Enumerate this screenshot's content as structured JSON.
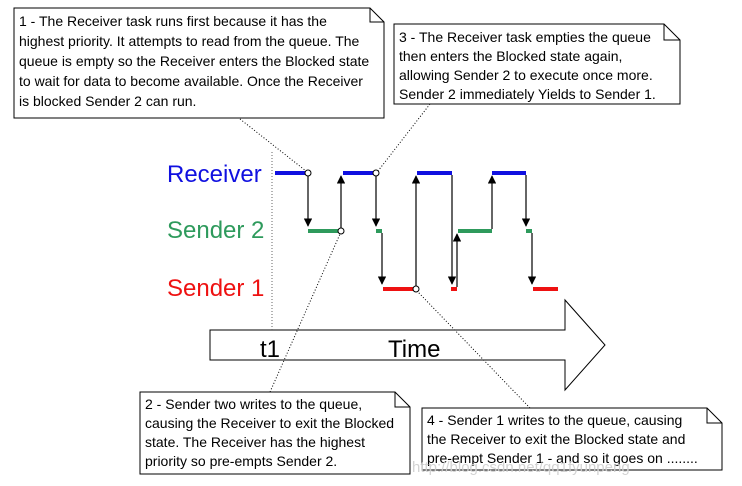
{
  "lanes": {
    "receiver": {
      "label": "Receiver",
      "color": "#1010e0"
    },
    "sender2": {
      "label": "Sender 2",
      "color": "#2e9a5c"
    },
    "sender1": {
      "label": "Sender 1",
      "color": "#ee1111"
    }
  },
  "timeline": {
    "marker": "t1",
    "label": "Time"
  },
  "notes": {
    "note1": {
      "lines": [
        "1 - The Receiver task runs first because it has the",
        "highest priority.  It attempts to read from the queue.  The",
        "queue is empty so the Receiver enters the Blocked state",
        "to wait for data to become available.  Once the Receiver",
        "is blocked Sender 2 can run."
      ]
    },
    "note2": {
      "lines": [
        "2 - Sender two writes to the queue,",
        "causing the Receiver to exit the Blocked",
        "state.  The Receiver has the highest",
        "priority so pre-empts Sender 2."
      ]
    },
    "note3": {
      "lines": [
        "3 - The Receiver task empties the queue",
        "then enters the Blocked state again,",
        "allowing Sender 2 to execute once more.",
        "Sender 2 immediately Yields to Sender 1."
      ]
    },
    "note4": {
      "lines": [
        "4 - Sender 1 writes to the queue, causing",
        "the Receiver to exit the Blocked state and",
        "pre-empt Sender 1 - and so it goes on ........"
      ]
    }
  },
  "watermark": "http://blog.csdn.net/qq1fyunpeng"
}
